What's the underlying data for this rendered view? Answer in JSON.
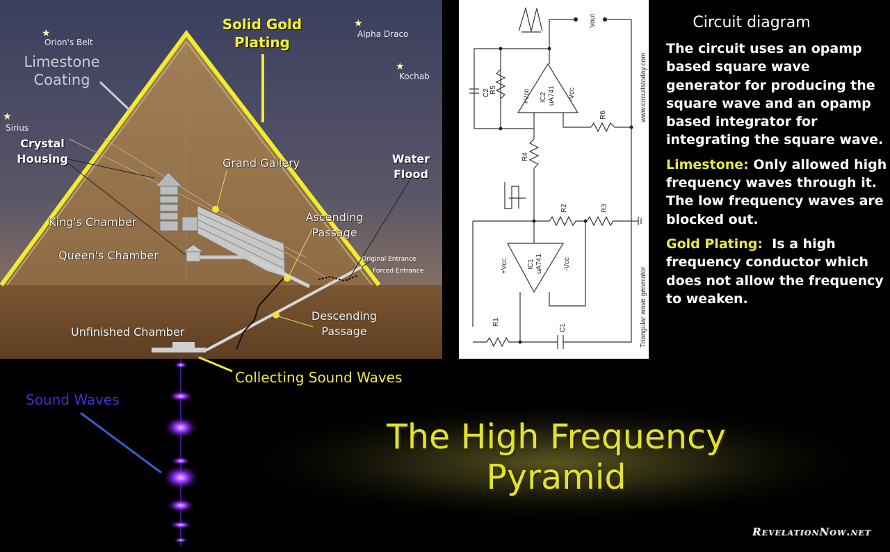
{
  "pyramid": {
    "stars": [
      "Orion's Belt",
      "Alpha Draco",
      "Kochab",
      "Sirius"
    ],
    "labels": {
      "limestone_coating": "Limestone Coating",
      "solid_gold_plating": "Solid Gold Plating",
      "crystal_housing": "Crystal Housing",
      "grand_gallery": "Grand Gallery",
      "water_flood": "Water Flood",
      "kings_chamber": "King's Chamber",
      "ascending_passage": "Ascending Passage",
      "queens_chamber": "Queen's Chamber",
      "original_entrance": "Original Entrance",
      "forced_entrance": "Forced Entrance",
      "descending_passage": "Descending Passage",
      "unfinished_chamber": "Unfinished Chamber"
    }
  },
  "circuit": {
    "labels": {
      "vout": "Vout",
      "website": "www.circuitstoday.com",
      "caption": "Triangular wave generator",
      "c2": "C2",
      "r5": "R5",
      "vcc_pos_top": "+Vcc",
      "ic2": "IC2",
      "ua741_top": "uA741",
      "vcc_neg_top": "-Vcc",
      "r6": "R6",
      "r4": "R4",
      "r2": "R2",
      "r3": "R3",
      "vcc_pos_bottom": "+Vcc",
      "ic1": "IC1",
      "ua741_bottom": "uA741",
      "vcc_neg_bottom": "-Vcc",
      "r1": "R1",
      "c1": "C1"
    }
  },
  "text_panel": {
    "heading": "Circuit diagram",
    "intro": "The circuit uses an opamp based square wave generator for producing the square wave and an opamp based integrator for integrating the square wave.",
    "limestone_label": "Limestone:",
    "limestone_text": "Only allowed high frequency waves through it. The low frequency waves are blocked out.",
    "gold_label": "Gold Plating:",
    "gold_text": "Is a high frequency conductor which does not allow the frequency to weaken."
  },
  "collecting_label": "Collecting Sound Waves",
  "sound_waves_label": "Sound Waves",
  "title": {
    "line1": "The High Frequency",
    "line2": "Pyramid"
  },
  "brand": "RevelationNow.net",
  "colors": {
    "gold": "#f5f22a",
    "title": "#e2e230",
    "sound_waves": "#3b34d8",
    "wave_glow": "#8a2cff"
  }
}
